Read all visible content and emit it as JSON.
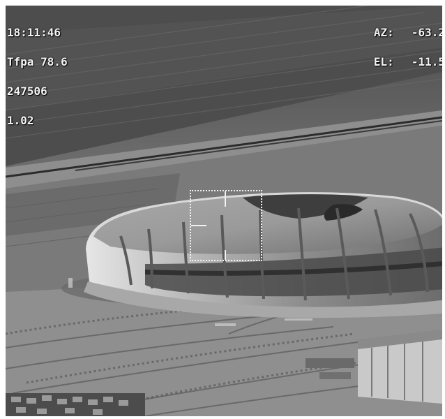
{
  "overlay": {
    "time": "18:11:46",
    "tfpa": "Tfpa 78.6",
    "frame_number": "247506",
    "zoom": "1.02",
    "azimuth_label": "AZ:",
    "azimuth_value": "-63.2",
    "elevation_label": "EL:",
    "elevation_value": "-11.5"
  },
  "colors": {
    "frame_border": "#ffffff",
    "osd_text": "#f4f4f4",
    "reticle": "#f2f2f2"
  }
}
